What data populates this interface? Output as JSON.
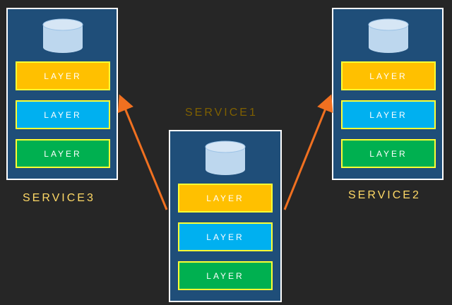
{
  "colors": {
    "background": "#262626",
    "panel": "#1f4e79",
    "panel_border": "#ffffff",
    "layer_border": "#ffff33",
    "layer_top": "#ffc000",
    "layer_middle": "#00b0f0",
    "layer_bottom": "#00b050",
    "arrow": "#f07020",
    "label_gold": "#ffd966",
    "label_dim": "#7f6000"
  },
  "services": {
    "service3": {
      "label": "SERVICE3",
      "layers": [
        "LAYER",
        "LAYER",
        "LAYER"
      ],
      "icon": "database-icon"
    },
    "service1": {
      "label": "SERVICE1",
      "layers": [
        "LAYER",
        "LAYER",
        "LAYER"
      ],
      "icon": "database-icon"
    },
    "service2": {
      "label": "SERVICE2",
      "layers": [
        "LAYER",
        "LAYER",
        "LAYER"
      ],
      "icon": "database-icon"
    }
  },
  "connections": [
    {
      "from": "SERVICE1",
      "to": "SERVICE3"
    },
    {
      "from": "SERVICE1",
      "to": "SERVICE2"
    }
  ]
}
